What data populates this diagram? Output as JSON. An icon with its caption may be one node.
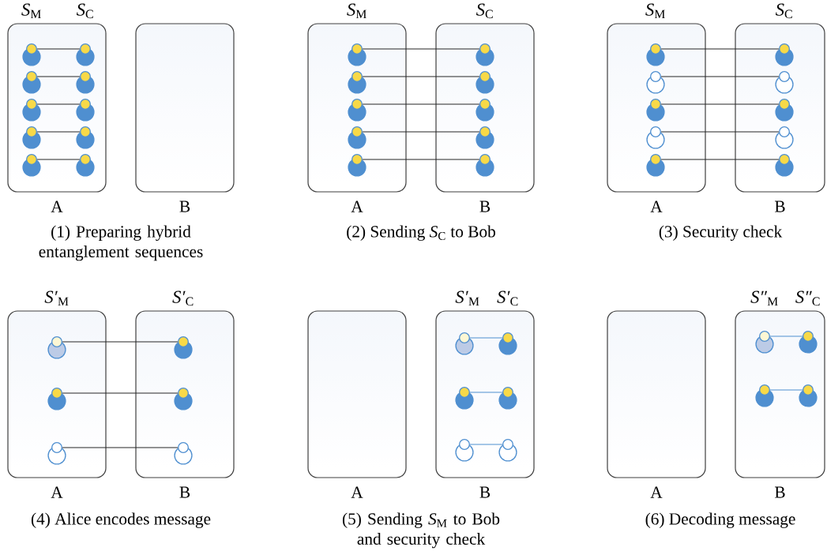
{
  "diagram": {
    "nodes": [
      {
        "text": [],
        "shape": "box",
        "beside": [
          "A"
        ]
      },
      {
        "text": [],
        "shape": "circle",
        "in": 0
      },
      {
        "text": [],
        "shape": "circle",
        "in": 0
      },
      {
        "text": [],
        "shape": "circle",
        "in": 0
      },
      {
        "text": [],
        "shape": "circle",
        "in": 0
      },
      {
        "text": [],
        "shape": "circle",
        "in": 0
      },
      {
        "text": [],
        "shape": "circle",
        "in": 0
      },
      {
        "text": [],
        "shape": "circle",
        "in": 0
      },
      {
        "text": [],
        "shape": "circle",
        "in": 0
      },
      {
        "text": [],
        "shape": "circle",
        "in": 0
      },
      {
        "text": [],
        "shape": "circle",
        "in": 0
      },
      {
        "text": [],
        "shape": "box",
        "beside": [
          "B"
        ]
      },
      {
        "text": [],
        "shape": "box",
        "beside": [
          "A"
        ]
      },
      {
        "text": [],
        "shape": "circle",
        "in": 12
      },
      {
        "text": [],
        "shape": "circle",
        "in": 12
      },
      {
        "text": [],
        "shape": "circle",
        "in": 12
      },
      {
        "text": [],
        "shape": "circle",
        "in": 12
      },
      {
        "text": [],
        "shape": "circle",
        "in": 12
      },
      {
        "text": [],
        "shape": "box",
        "beside": [
          "B"
        ]
      },
      {
        "text": [],
        "shape": "circle",
        "in": 18
      },
      {
        "text": [],
        "shape": "circle",
        "in": 18
      },
      {
        "text": [],
        "shape": "circle",
        "in": 18
      },
      {
        "text": [],
        "shape": "circle",
        "in": 18
      },
      {
        "text": [],
        "shape": "circle",
        "in": 18
      },
      {
        "text": [],
        "shape": "box",
        "beside": [
          "A"
        ]
      },
      {
        "text": [],
        "shape": "circle",
        "in": 24
      },
      {
        "text": [],
        "shape": "circle",
        "in": 24
      },
      {
        "text": [],
        "shape": "circle",
        "in": 24
      },
      {
        "text": [],
        "shape": "circle",
        "in": 24
      },
      {
        "text": [],
        "shape": "circle",
        "in": 24
      },
      {
        "text": [],
        "shape": "box",
        "beside": [
          "B"
        ]
      },
      {
        "text": [],
        "shape": "circle",
        "in": 30
      },
      {
        "text": [],
        "shape": "circle",
        "in": 30
      },
      {
        "text": [],
        "shape": "circle",
        "in": 30
      },
      {
        "text": [],
        "shape": "circle",
        "in": 30
      },
      {
        "text": [],
        "shape": "circle",
        "in": 30
      },
      {
        "text": [],
        "shape": "box",
        "beside": [
          "A"
        ]
      },
      {
        "text": [],
        "shape": "circle",
        "in": 36
      },
      {
        "text": [],
        "shape": "circle",
        "in": 36
      },
      {
        "text": [],
        "shape": "circle",
        "in": 36
      },
      {
        "text": [],
        "shape": "box",
        "beside": [
          "B"
        ]
      },
      {
        "text": [],
        "shape": "circle",
        "in": 40
      },
      {
        "text": [],
        "shape": "circle",
        "in": 40
      },
      {
        "text": [],
        "shape": "circle",
        "in": 40
      },
      {
        "text": [],
        "shape": "box",
        "beside": [
          "A"
        ]
      },
      {
        "text": [],
        "shape": "box",
        "beside": [
          "B"
        ]
      },
      {
        "text": [],
        "shape": "circle",
        "in": 45
      },
      {
        "text": [],
        "shape": "circle",
        "in": 45
      },
      {
        "text": [],
        "shape": "circle",
        "in": 45
      },
      {
        "text": [],
        "shape": "circle",
        "in": 45
      },
      {
        "text": [],
        "shape": "circle",
        "in": 45
      },
      {
        "text": [],
        "shape": "circle",
        "in": 45
      },
      {
        "text": [],
        "shape": "box",
        "beside": [
          "A"
        ]
      },
      {
        "text": [],
        "shape": "box",
        "beside": [
          "B"
        ]
      },
      {
        "text": [],
        "shape": "circle",
        "in": 53
      },
      {
        "text": [],
        "shape": "circle",
        "in": 53
      },
      {
        "text": [],
        "shape": "circle",
        "in": 53
      },
      {
        "text": [],
        "shape": "circle",
        "in": 53
      }
    ],
    "edges": [
      {
        "from": 1,
        "to": 2,
        "arrow": "none"
      },
      {
        "from": 3,
        "to": 4,
        "arrow": "none"
      },
      {
        "from": 5,
        "to": 6,
        "arrow": "none"
      },
      {
        "from": 7,
        "to": 8,
        "arrow": "none"
      },
      {
        "from": 9,
        "to": 10,
        "arrow": "none"
      },
      {
        "from": 13,
        "to": 19,
        "arrow": "none"
      },
      {
        "from": 14,
        "to": 20,
        "arrow": "none"
      },
      {
        "from": 15,
        "to": 21,
        "arrow": "none"
      },
      {
        "from": 16,
        "to": 22,
        "arrow": "none"
      },
      {
        "from": 17,
        "to": 23,
        "arrow": "none"
      },
      {
        "from": 25,
        "to": 31,
        "arrow": "none"
      },
      {
        "from": 26,
        "to": 32,
        "arrow": "none"
      },
      {
        "from": 27,
        "to": 33,
        "arrow": "none"
      },
      {
        "from": 28,
        "to": 34,
        "arrow": "none"
      },
      {
        "from": 29,
        "to": 35,
        "arrow": "none"
      },
      {
        "from": 37,
        "to": 41,
        "arrow": "none"
      },
      {
        "from": 38,
        "to": 42,
        "arrow": "none"
      },
      {
        "from": 39,
        "to": 43,
        "arrow": "none"
      },
      {
        "from": 46,
        "to": 47,
        "arrow": "none",
        "color": "#4f8fd0"
      },
      {
        "from": 48,
        "to": 49,
        "arrow": "none",
        "color": "#4f8fd0"
      },
      {
        "from": 50,
        "to": 51,
        "arrow": "none",
        "color": "#4f8fd0"
      },
      {
        "from": 54,
        "to": 55,
        "arrow": "none",
        "color": "#4f8fd0"
      },
      {
        "from": 56,
        "to": 57,
        "arrow": "none",
        "color": "#4f8fd0"
      }
    ],
    "labels": [
      "*S*$_{M}$",
      "*S*$_{C}$",
      "*S*$_{M}$",
      "*S*$_{C}$",
      "*S*$_{M}$",
      "*S*$_{C}$",
      "(1) Preparing hybrid entanglement sequences",
      "(2) Sending *S*$_{C}$ to Bob",
      "(3) Security check",
      "*S′*$_{M}$",
      "*S′*$_{C}$",
      "*S′*$_{M}$",
      "*S′*$_{C}$",
      "*S″*$_{M}$",
      "*S″*$_{C}$",
      "(4) Alice encodes message",
      "(5) Sending *S*$_{M}$ to Bob and security check",
      "(6) Decoding message"
    ]
  }
}
